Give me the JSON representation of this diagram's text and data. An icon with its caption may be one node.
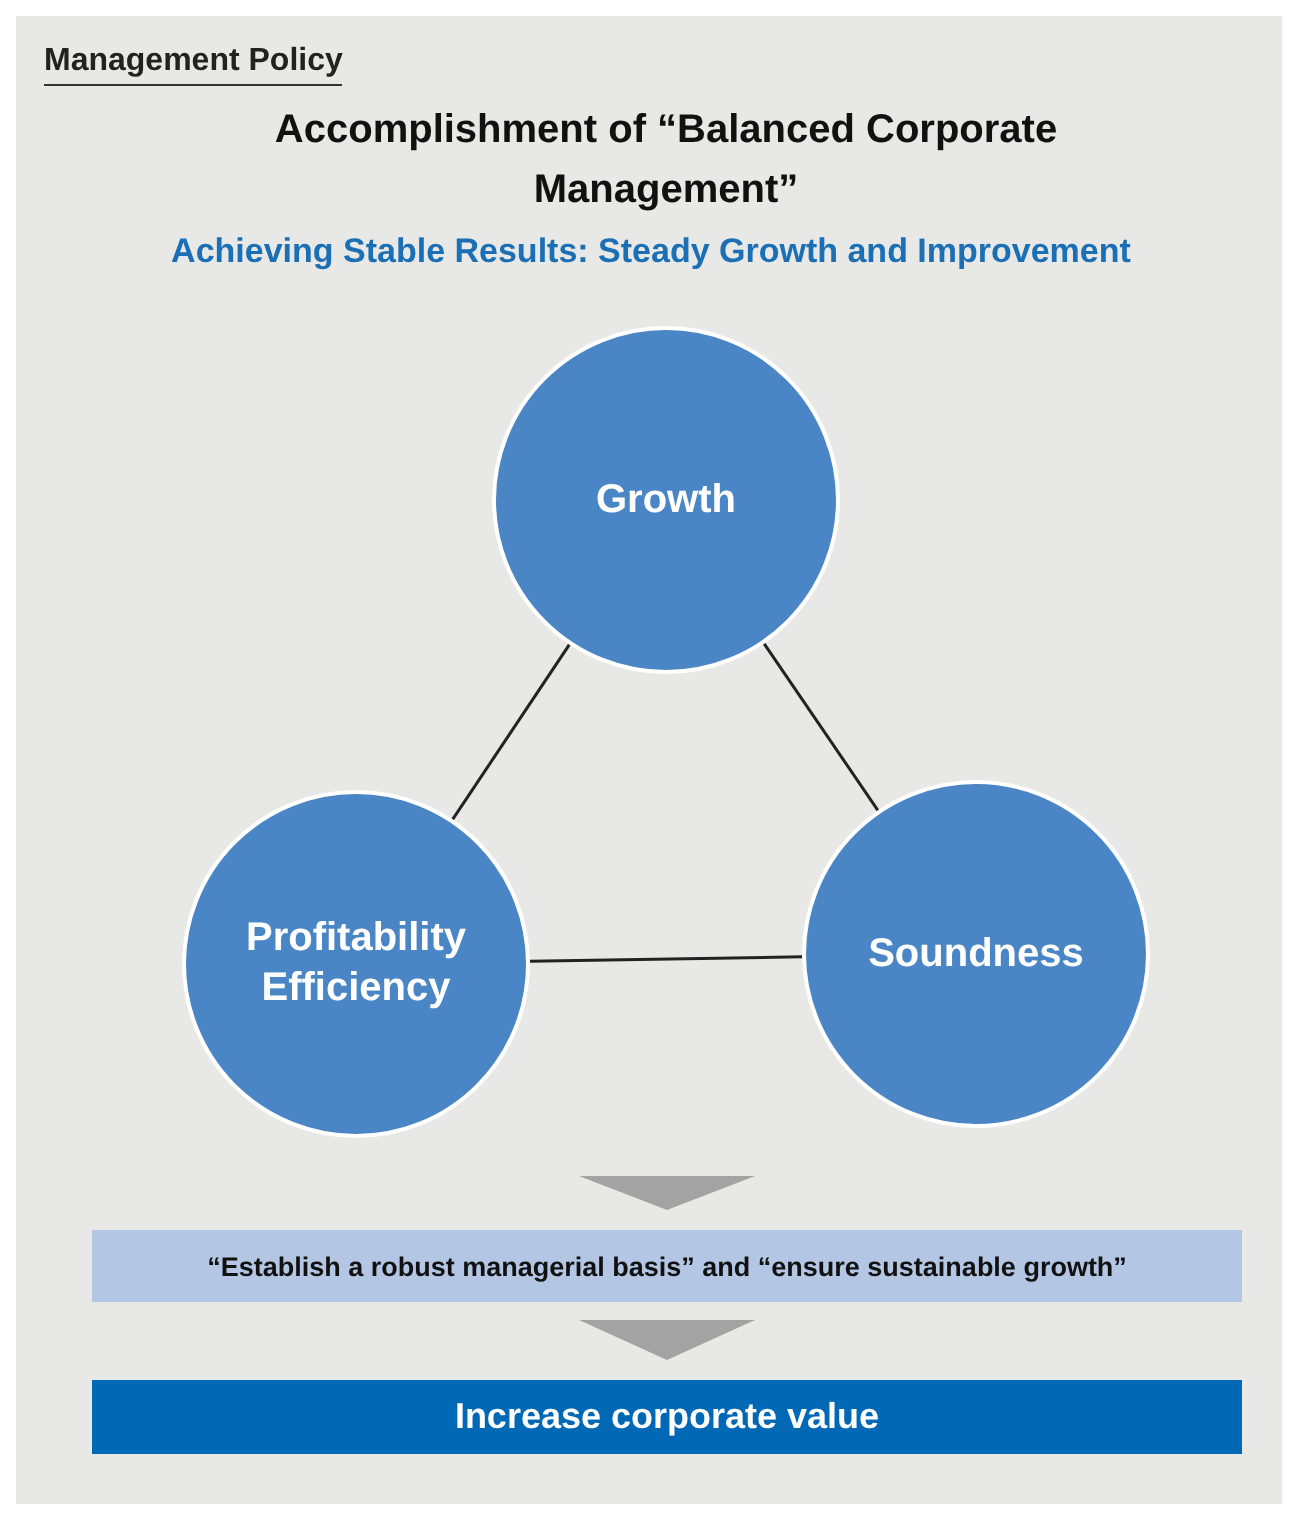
{
  "diagram": {
    "title": "Accomplishment of “Balanced Corporate Management”",
    "nodes": [
      {
        "text": [
          "Growth"
        ]
      },
      {
        "text": [
          "Profitability Efficiency"
        ]
      },
      {
        "text": [
          "Soundness"
        ]
      },
      {
        "text": [
          "“Establish a robust managerial basis” and “ensure sustainable growth”"
        ]
      },
      {
        "text": [
          "Increase corporate value"
        ]
      }
    ],
    "edges": [
      {
        "from": 0,
        "to": 1,
        "arrow": "none"
      },
      {
        "from": 0,
        "to": 2,
        "arrow": "none"
      },
      {
        "from": 1,
        "to": 2,
        "arrow": "none"
      },
      {
        "from": null,
        "to": 3,
        "arrow": "to"
      },
      {
        "from": 3,
        "to": 4,
        "arrow": "to"
      }
    ],
    "labels": [
      "Management Policy",
      "Achieving Stable Results: Steady Growth and Improvement"
    ]
  }
}
